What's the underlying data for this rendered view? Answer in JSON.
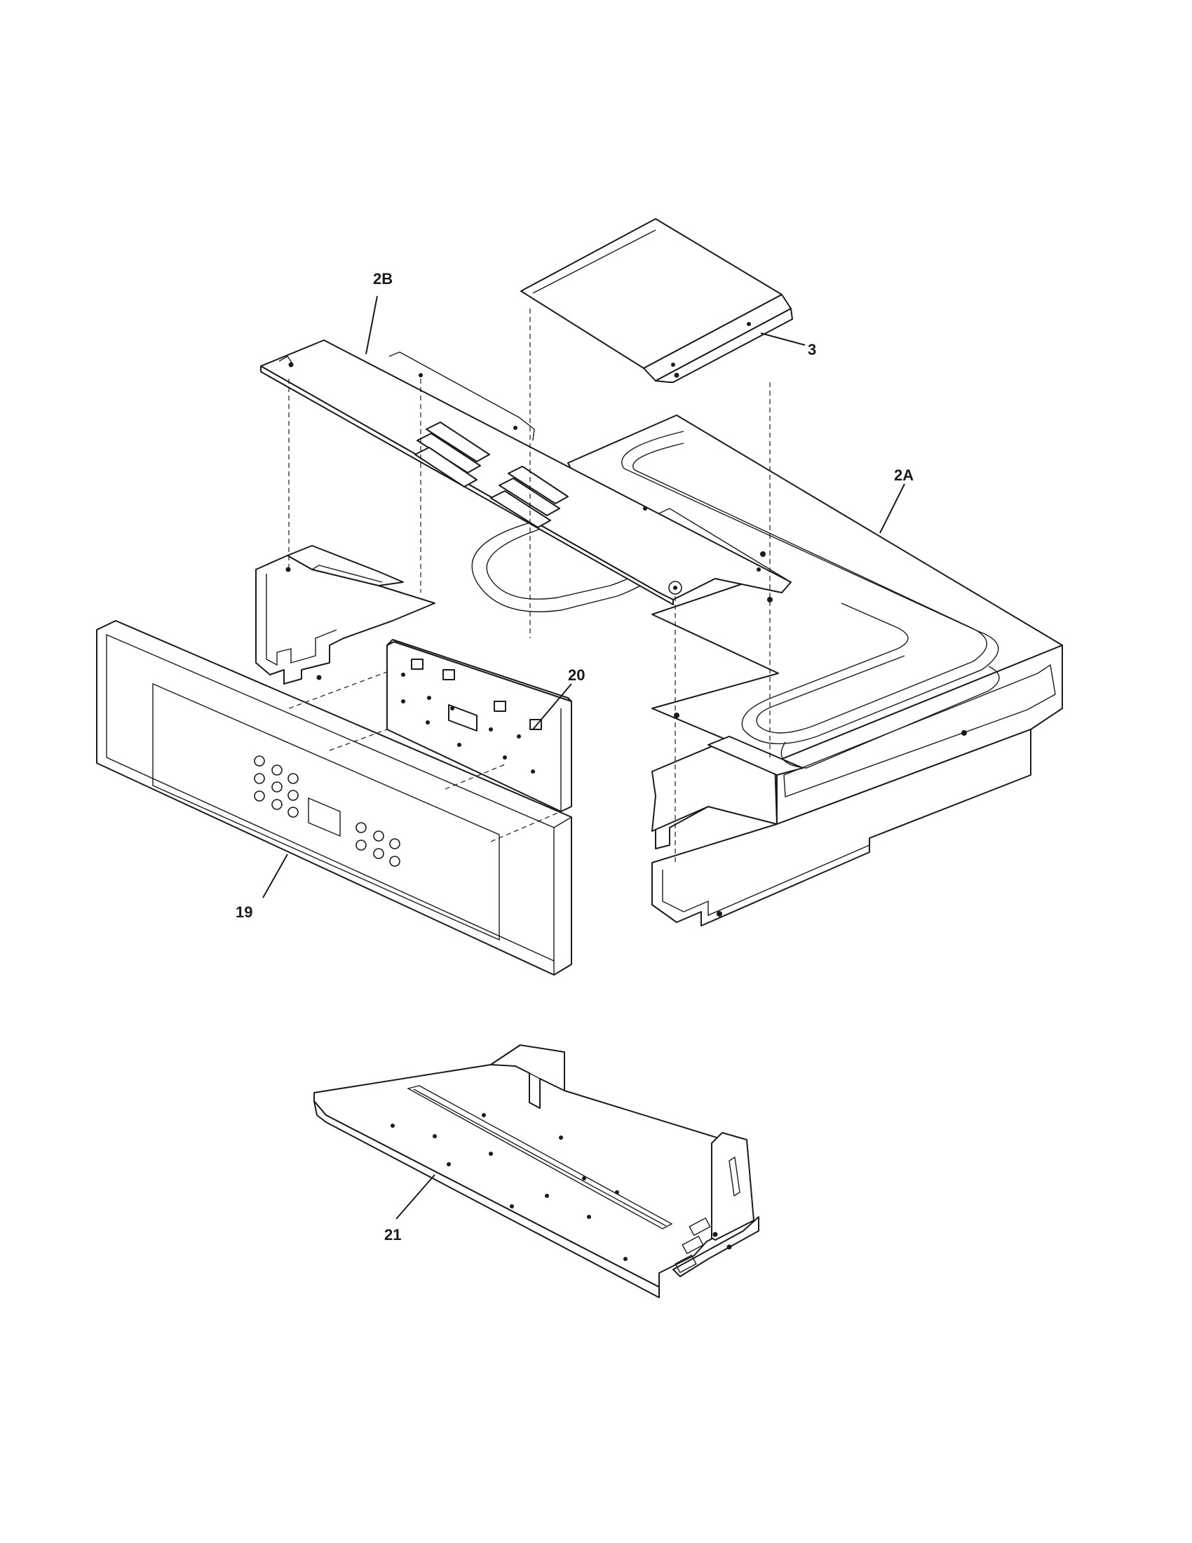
{
  "callouts": {
    "c2b": "2B",
    "c3": "3",
    "c2a": "2A",
    "c20": "20",
    "c19": "19",
    "c21": "21"
  }
}
